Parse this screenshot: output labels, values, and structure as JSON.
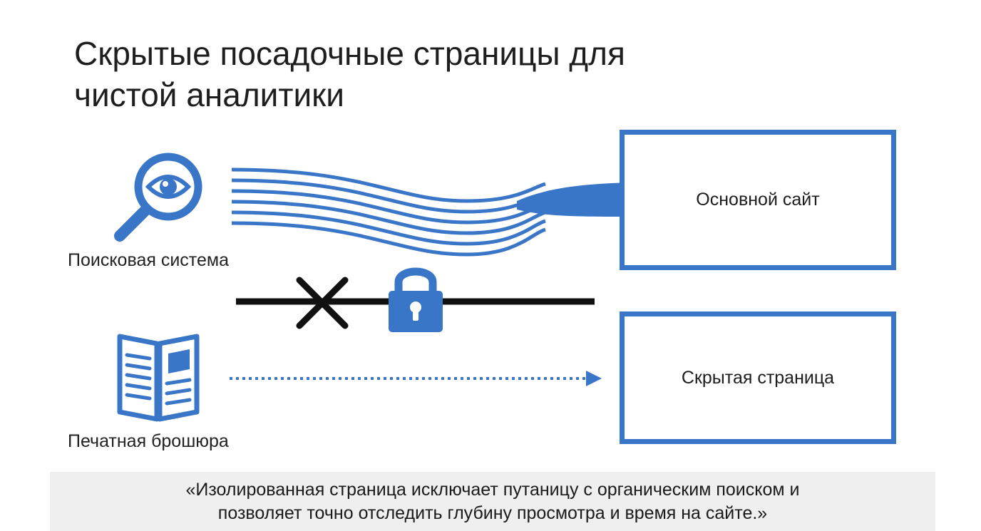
{
  "title": {
    "line1": "Скрытые посадочные страницы для",
    "line2": "чистой аналитики"
  },
  "sources": {
    "search": {
      "label": "Поисковая система",
      "icon": "magnifier-eye-icon"
    },
    "brochure": {
      "label": "Печатная брошюра",
      "icon": "brochure-icon"
    }
  },
  "targets": {
    "main": {
      "label": "Основной сайт"
    },
    "hidden": {
      "label": "Скрытая страница"
    }
  },
  "barrier": {
    "icons": [
      "cross-icon",
      "lock-icon"
    ]
  },
  "quote": {
    "line1": "«Изолированная страница исключает путаницу с органическим поиском и",
    "line2": "позволяет точно отследить глубину просмотра и время на сайте.»"
  },
  "colors": {
    "accent": "#3a76c8",
    "barrier": "#111111",
    "quote_bg": "#efefef"
  }
}
